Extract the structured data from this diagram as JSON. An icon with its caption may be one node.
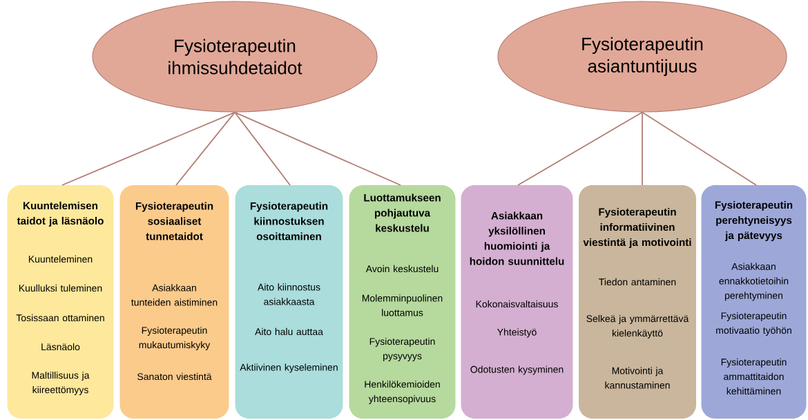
{
  "diagram": {
    "nodes": [
      {
        "text": [
          "Fysioterapeutin ihmissuhdetaidot"
        ]
      },
      {
        "text": [
          "Fysioterapeutin asiantuntijuus"
        ]
      },
      {
        "text": [
          "Kuuntelemisen taidot ja läsnäolo",
          "Kuunteleminen",
          "Kuulluksi tuleminen",
          "Tosissaan ottaminen",
          "Läsnäolo",
          "Maltillisuus ja kiireettömyys"
        ]
      },
      {
        "text": [
          "Fysioterapeutin sosiaaliset tunnetaidot",
          "Asiakkaan tunteiden aistiminen",
          "Fysioterapeutin mukautumiskyky",
          "Sanaton viestintä"
        ]
      },
      {
        "text": [
          "Fysioterapeutin kiinnostuksen osoittaminen",
          "Aito kiinnostus asiakkaasta",
          "Aito halu auttaa",
          "Aktiivinen kyseleminen"
        ]
      },
      {
        "text": [
          "Luottamukseen pohjautuva keskustelu",
          "Avoin keskustelu",
          "Molemminpuolinen luottamus",
          "Fysioterapeutin pysyvyys",
          "Henkilökemioiden yhteensopivuus"
        ]
      },
      {
        "text": [
          "Asiakkaan yksilöllinen huomiointi ja hoidon suunnittelu",
          "Kokonaisvaltaisuus",
          "Yhteistyö",
          "Odotusten kysyminen"
        ]
      },
      {
        "text": [
          "Fysioterapeutin informatiivinen viestintä ja motivointi",
          "Tiedon antaminen",
          "Selkeä ja ymmärrettävä kielenkäyttö",
          "Motivointi ja kannustaminen"
        ]
      },
      {
        "text": [
          "Fysioterapeutin perehtyneisyys ja pätevyys",
          "Asiakkaan ennakkotietoihin perehtyminen",
          "Fysioterapeutin motivaatio työhön",
          "Fysioterapeutin ammattitaidon kehittäminen"
        ]
      }
    ],
    "edges": [
      {
        "from": 0,
        "to": 2,
        "arrow": "none"
      },
      {
        "from": 0,
        "to": 3,
        "arrow": "none"
      },
      {
        "from": 0,
        "to": 4,
        "arrow": "none"
      },
      {
        "from": 0,
        "to": 5,
        "arrow": "none"
      },
      {
        "from": 1,
        "to": 6,
        "arrow": "none"
      },
      {
        "from": 1,
        "to": 7,
        "arrow": "none"
      },
      {
        "from": 1,
        "to": 8,
        "arrow": "none"
      }
    ]
  }
}
